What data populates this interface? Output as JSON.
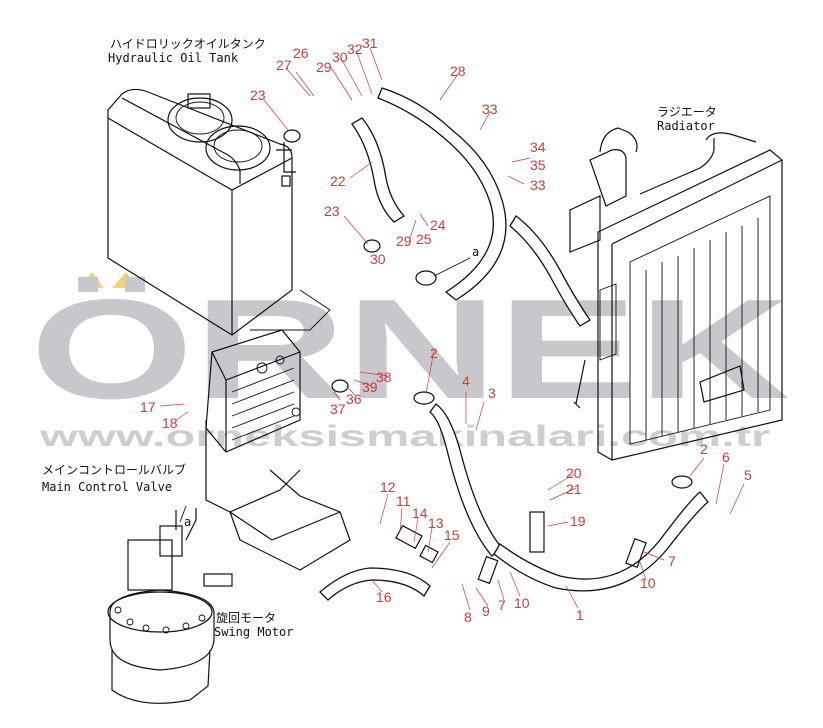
{
  "labels": {
    "hydraulic_tank_jp": "ハイドロリックオイルタンク",
    "hydraulic_tank_en": "Hydraulic Oil Tank",
    "radiator_jp": "ラジエータ",
    "radiator_en": "Radiator",
    "control_valve_jp": "メインコントロールバルブ",
    "control_valve_en": "Main Control Valve",
    "swing_motor_jp": "旋回モータ",
    "swing_motor_en": "Swing Motor",
    "connector_a_top": "a",
    "connector_a_bottom": "a"
  },
  "watermark": {
    "brand": "ÖRNEK",
    "url": "www.orneksismakinalari.com.tr"
  },
  "callouts": [
    {
      "id": "c26",
      "text": "26"
    },
    {
      "id": "c27",
      "text": "27"
    },
    {
      "id": "c29a",
      "text": "29"
    },
    {
      "id": "c30a",
      "text": "30"
    },
    {
      "id": "c32",
      "text": "32"
    },
    {
      "id": "c31",
      "text": "31"
    },
    {
      "id": "c28",
      "text": "28"
    },
    {
      "id": "c23a",
      "text": "23"
    },
    {
      "id": "c33a",
      "text": "33"
    },
    {
      "id": "c34",
      "text": "34"
    },
    {
      "id": "c35",
      "text": "35"
    },
    {
      "id": "c33b",
      "text": "33"
    },
    {
      "id": "c22",
      "text": "22"
    },
    {
      "id": "c23b",
      "text": "23"
    },
    {
      "id": "c24",
      "text": "24"
    },
    {
      "id": "c29b",
      "text": "29"
    },
    {
      "id": "c25",
      "text": "25"
    },
    {
      "id": "c30b",
      "text": "30"
    },
    {
      "id": "c2a",
      "text": "2"
    },
    {
      "id": "c38",
      "text": "38"
    },
    {
      "id": "c39",
      "text": "39"
    },
    {
      "id": "c36",
      "text": "36"
    },
    {
      "id": "c37",
      "text": "37"
    },
    {
      "id": "c4",
      "text": "4"
    },
    {
      "id": "c3",
      "text": "3"
    },
    {
      "id": "c17",
      "text": "17"
    },
    {
      "id": "c18",
      "text": "18"
    },
    {
      "id": "c2b",
      "text": "2"
    },
    {
      "id": "c6",
      "text": "6"
    },
    {
      "id": "c5",
      "text": "5"
    },
    {
      "id": "c20",
      "text": "20"
    },
    {
      "id": "c21",
      "text": "21"
    },
    {
      "id": "c12",
      "text": "12"
    },
    {
      "id": "c11",
      "text": "11"
    },
    {
      "id": "c14",
      "text": "14"
    },
    {
      "id": "c13",
      "text": "13"
    },
    {
      "id": "c19",
      "text": "19"
    },
    {
      "id": "c15",
      "text": "15"
    },
    {
      "id": "c7a",
      "text": "7"
    },
    {
      "id": "c16",
      "text": "16"
    },
    {
      "id": "c10a",
      "text": "10"
    },
    {
      "id": "c8",
      "text": "8"
    },
    {
      "id": "c9",
      "text": "9"
    },
    {
      "id": "c7b",
      "text": "7"
    },
    {
      "id": "c10b",
      "text": "10"
    },
    {
      "id": "c1",
      "text": "1"
    }
  ],
  "colors": {
    "callout": "#d23a3a",
    "line": "#111111",
    "watermark": "#c8c8cc",
    "accent": "#f2d27a"
  }
}
